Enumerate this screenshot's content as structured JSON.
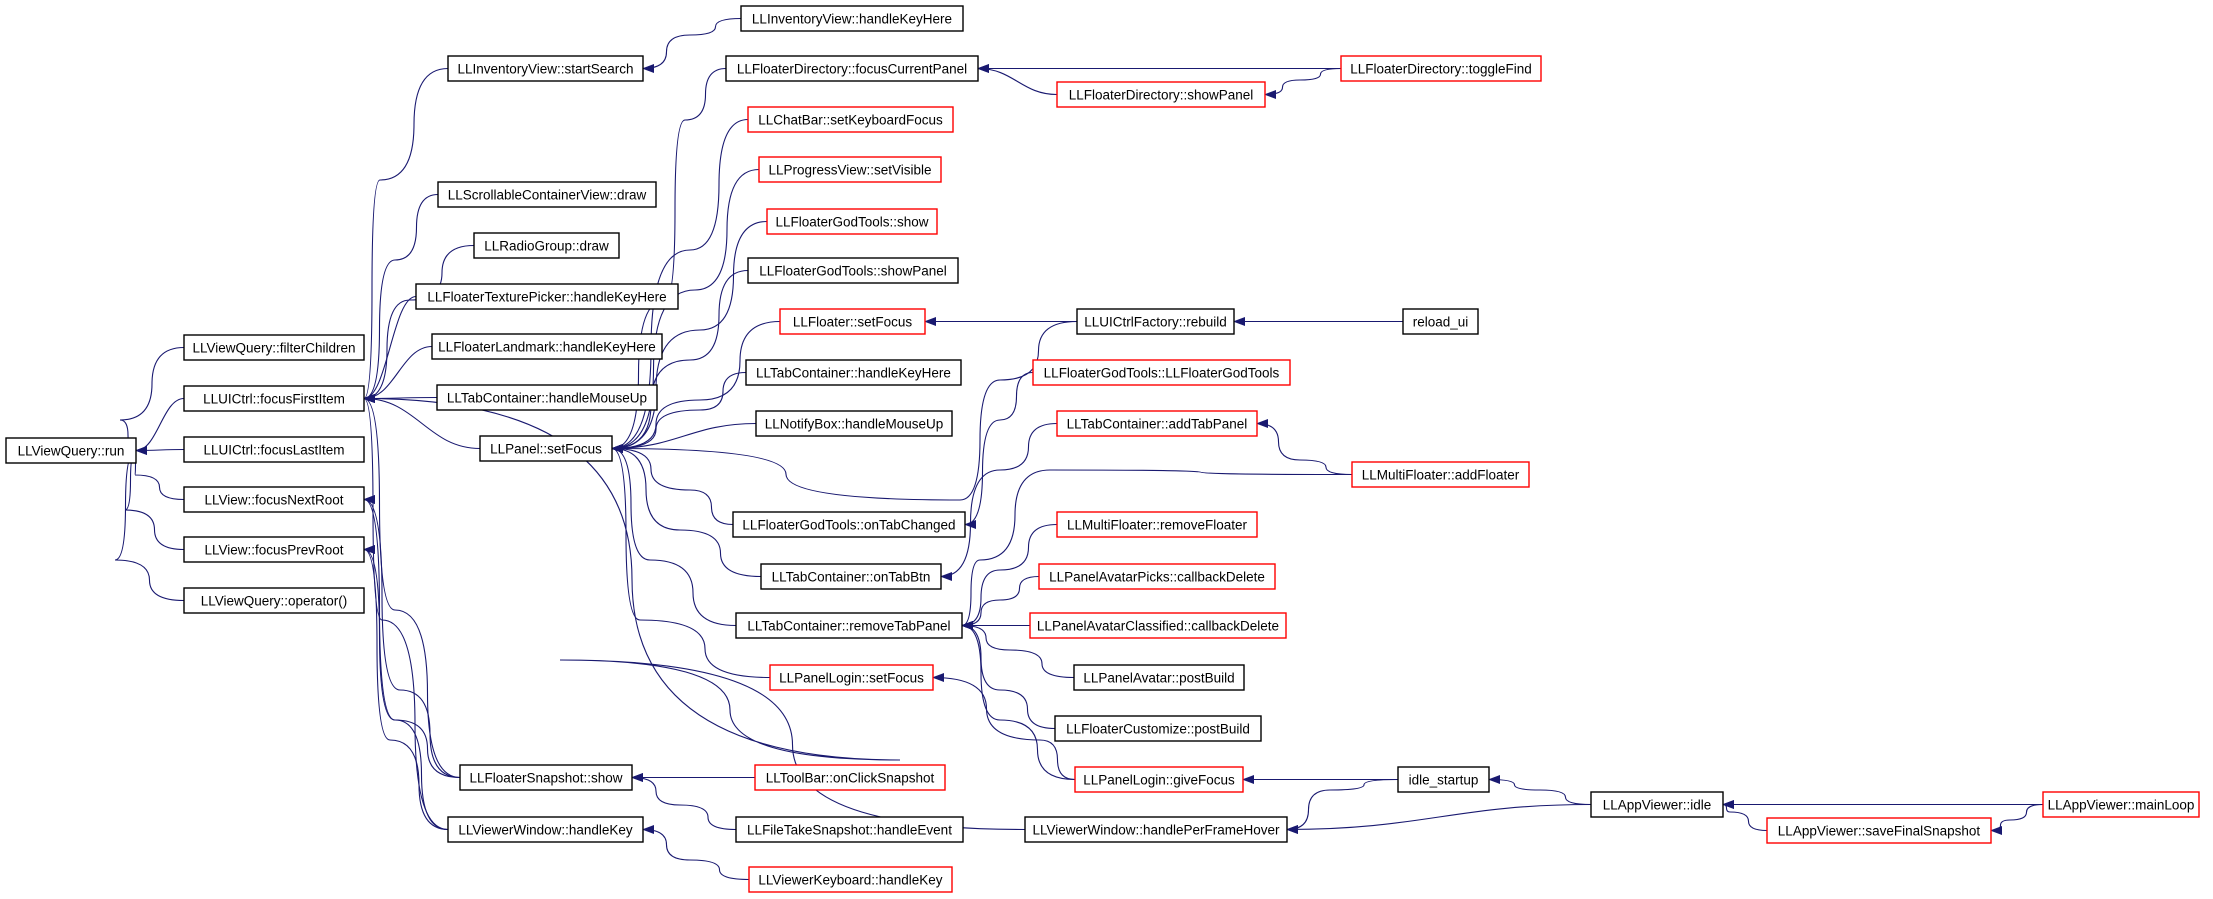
{
  "colors": {
    "edge": "#191970",
    "root_fill": "#bfbfbf",
    "root_border": "#000000",
    "node_border_black": "#000000",
    "node_border_red": "#ff0000"
  },
  "nodes": {
    "run": {
      "label": "LLViewQuery::run",
      "border": "black",
      "root": true
    },
    "filterChildren": {
      "label": "LLViewQuery::filterChildren",
      "border": "black"
    },
    "focusFirstItem": {
      "label": "LLUICtrl::focusFirstItem",
      "border": "black"
    },
    "focusLastItem": {
      "label": "LLUICtrl::focusLastItem",
      "border": "black"
    },
    "focusNextRoot": {
      "label": "LLView::focusNextRoot",
      "border": "black"
    },
    "focusPrevRoot": {
      "label": "LLView::focusPrevRoot",
      "border": "black"
    },
    "operator": {
      "label": "LLViewQuery::operator()",
      "border": "black"
    },
    "startSearch": {
      "label": "LLInventoryView::startSearch",
      "border": "black"
    },
    "invHandleKeyHere": {
      "label": "LLInventoryView::handleKeyHere",
      "border": "black"
    },
    "scrollDraw": {
      "label": "LLScrollableContainerView::draw",
      "border": "black"
    },
    "radioDraw": {
      "label": "LLRadioGroup::draw",
      "border": "black"
    },
    "texPicker": {
      "label": "LLFloaterTexturePicker::handleKeyHere",
      "border": "black"
    },
    "landmark": {
      "label": "LLFloaterLandmark::handleKeyHere",
      "border": "black"
    },
    "tabMouseUp": {
      "label": "LLTabContainer::handleMouseUp",
      "border": "black"
    },
    "panelSetFocus": {
      "label": "LLPanel::setFocus",
      "border": "black"
    },
    "snapShow": {
      "label": "LLFloaterSnapshot::show",
      "border": "black"
    },
    "vwHandleKey": {
      "label": "LLViewerWindow::handleKey",
      "border": "black"
    },
    "dirFocus": {
      "label": "LLFloaterDirectory::focusCurrentPanel",
      "border": "black"
    },
    "chatFocus": {
      "label": "LLChatBar::setKeyboardFocus",
      "border": "red"
    },
    "progVisible": {
      "label": "LLProgressView::setVisible",
      "border": "red"
    },
    "godShow": {
      "label": "LLFloaterGodTools::show",
      "border": "red"
    },
    "godShowPanel": {
      "label": "LLFloaterGodTools::showPanel",
      "border": "black"
    },
    "floaterFocus": {
      "label": "LLFloater::setFocus",
      "border": "red"
    },
    "tabKeyHere": {
      "label": "LLTabContainer::handleKeyHere",
      "border": "black"
    },
    "notifyMouseUp": {
      "label": "LLNotifyBox::handleMouseUp",
      "border": "black"
    },
    "godTabChanged": {
      "label": "LLFloaterGodTools::onTabChanged",
      "border": "black"
    },
    "tabOnBtn": {
      "label": "LLTabContainer::onTabBtn",
      "border": "black"
    },
    "removeTab": {
      "label": "LLTabContainer::removeTabPanel",
      "border": "black"
    },
    "loginFocus": {
      "label": "LLPanelLogin::setFocus",
      "border": "red"
    },
    "vwHover": {
      "label": "LLViewerWindow::handlePerFrameHover",
      "border": "black"
    },
    "toolbarSnap": {
      "label": "LLToolBar::onClickSnapshot",
      "border": "red"
    },
    "fileSnap": {
      "label": "LLFileTakeSnapshot::handleEvent",
      "border": "black"
    },
    "kbHandleKey": {
      "label": "LLViewerKeyboard::handleKey",
      "border": "red"
    },
    "dirShowPanel": {
      "label": "LLFloaterDirectory::showPanel",
      "border": "red"
    },
    "dirToggle": {
      "label": "LLFloaterDirectory::toggleFind",
      "border": "red"
    },
    "rebuild": {
      "label": "LLUICtrlFactory::rebuild",
      "border": "black"
    },
    "reloadUi": {
      "label": "reload_ui",
      "border": "black"
    },
    "godCtor": {
      "label": "LLFloaterGodTools::LLFloaterGodTools",
      "border": "red"
    },
    "addTabPanel": {
      "label": "LLTabContainer::addTabPanel",
      "border": "red"
    },
    "addFloater": {
      "label": "LLMultiFloater::addFloater",
      "border": "red"
    },
    "removeFloater": {
      "label": "LLMultiFloater::removeFloater",
      "border": "red"
    },
    "picksDelete": {
      "label": "LLPanelAvatarPicks::callbackDelete",
      "border": "red"
    },
    "classifiedDelete": {
      "label": "LLPanelAvatarClassified::callbackDelete",
      "border": "red"
    },
    "avatarPostBuild": {
      "label": "LLPanelAvatar::postBuild",
      "border": "black"
    },
    "customizePostBuild": {
      "label": "LLFloaterCustomize::postBuild",
      "border": "black"
    },
    "giveFocus": {
      "label": "LLPanelLogin::giveFocus",
      "border": "red"
    },
    "idleStartup": {
      "label": "idle_startup",
      "border": "black"
    },
    "appIdle": {
      "label": "LLAppViewer::idle",
      "border": "black"
    },
    "mainLoop": {
      "label": "LLAppViewer::mainLoop",
      "border": "red"
    },
    "saveSnap": {
      "label": "LLAppViewer::saveFinalSnapshot",
      "border": "red"
    }
  },
  "edges": [
    [
      "filterChildren",
      "run"
    ],
    [
      "focusFirstItem",
      "run"
    ],
    [
      "focusLastItem",
      "run"
    ],
    [
      "focusNextRoot",
      "run"
    ],
    [
      "focusPrevRoot",
      "run"
    ],
    [
      "operator",
      "run"
    ],
    [
      "startSearch",
      "focusFirstItem"
    ],
    [
      "scrollDraw",
      "focusFirstItem"
    ],
    [
      "radioDraw",
      "focusFirstItem"
    ],
    [
      "texPicker",
      "focusFirstItem"
    ],
    [
      "landmark",
      "focusFirstItem"
    ],
    [
      "tabMouseUp",
      "focusFirstItem"
    ],
    [
      "panelSetFocus",
      "focusFirstItem"
    ],
    [
      "snapShow",
      "focusFirstItem"
    ],
    [
      "vwHandleKey",
      "focusFirstItem"
    ],
    [
      "vwHover",
      "focusFirstItem"
    ],
    [
      "snapShow",
      "focusNextRoot"
    ],
    [
      "vwHandleKey",
      "focusNextRoot"
    ],
    [
      "snapShow",
      "focusPrevRoot"
    ],
    [
      "vwHandleKey",
      "focusPrevRoot"
    ],
    [
      "invHandleKeyHere",
      "startSearch"
    ],
    [
      "dirFocus",
      "panelSetFocus"
    ],
    [
      "chatFocus",
      "panelSetFocus"
    ],
    [
      "progVisible",
      "panelSetFocus"
    ],
    [
      "godShow",
      "panelSetFocus"
    ],
    [
      "godShowPanel",
      "panelSetFocus"
    ],
    [
      "floaterFocus",
      "panelSetFocus"
    ],
    [
      "tabKeyHere",
      "panelSetFocus"
    ],
    [
      "notifyMouseUp",
      "panelSetFocus"
    ],
    [
      "godTabChanged",
      "panelSetFocus"
    ],
    [
      "tabOnBtn",
      "panelSetFocus"
    ],
    [
      "removeTab",
      "panelSetFocus"
    ],
    [
      "loginFocus",
      "panelSetFocus"
    ],
    [
      "rebuild",
      "panelSetFocus"
    ],
    [
      "toolbarSnap",
      "snapShow"
    ],
    [
      "fileSnap",
      "snapShow"
    ],
    [
      "kbHandleKey",
      "vwHandleKey"
    ],
    [
      "dirToggle",
      "dirFocus"
    ],
    [
      "dirShowPanel",
      "dirFocus"
    ],
    [
      "dirToggle",
      "dirShowPanel"
    ],
    [
      "rebuild",
      "floaterFocus"
    ],
    [
      "reloadUi",
      "rebuild"
    ],
    [
      "godCtor",
      "godTabChanged"
    ],
    [
      "addTabPanel",
      "tabOnBtn"
    ],
    [
      "addFloater",
      "addTabPanel"
    ],
    [
      "addFloater",
      "removeTab"
    ],
    [
      "removeFloater",
      "removeTab"
    ],
    [
      "picksDelete",
      "removeTab"
    ],
    [
      "classifiedDelete",
      "removeTab"
    ],
    [
      "avatarPostBuild",
      "removeTab"
    ],
    [
      "customizePostBuild",
      "removeTab"
    ],
    [
      "giveFocus",
      "removeTab"
    ],
    [
      "giveFocus",
      "loginFocus"
    ],
    [
      "idleStartup",
      "giveFocus"
    ],
    [
      "idleStartup",
      "vwHover"
    ],
    [
      "appIdle",
      "vwHover"
    ],
    [
      "appIdle",
      "idleStartup"
    ],
    [
      "mainLoop",
      "appIdle"
    ],
    [
      "saveSnap",
      "appIdle"
    ],
    [
      "mainLoop",
      "saveSnap"
    ]
  ]
}
